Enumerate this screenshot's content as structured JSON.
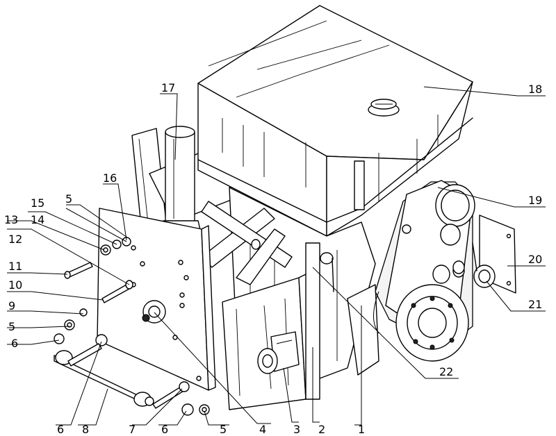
{
  "callouts": {
    "c1": "1",
    "c2": "2",
    "c3": "3",
    "c4": "4",
    "c5a": "5",
    "c5b": "5",
    "c5c": "5",
    "c6a": "6",
    "c6b": "6",
    "c6c": "6",
    "c7": "7",
    "c8": "8",
    "c9": "9",
    "c10": "10",
    "c11": "11",
    "c12": "12",
    "c13": "13",
    "c14": "14",
    "c15": "15",
    "c16": "16",
    "c17": "17",
    "c18": "18",
    "c19": "19",
    "c20": "20",
    "c21": "21",
    "c22": "22"
  }
}
